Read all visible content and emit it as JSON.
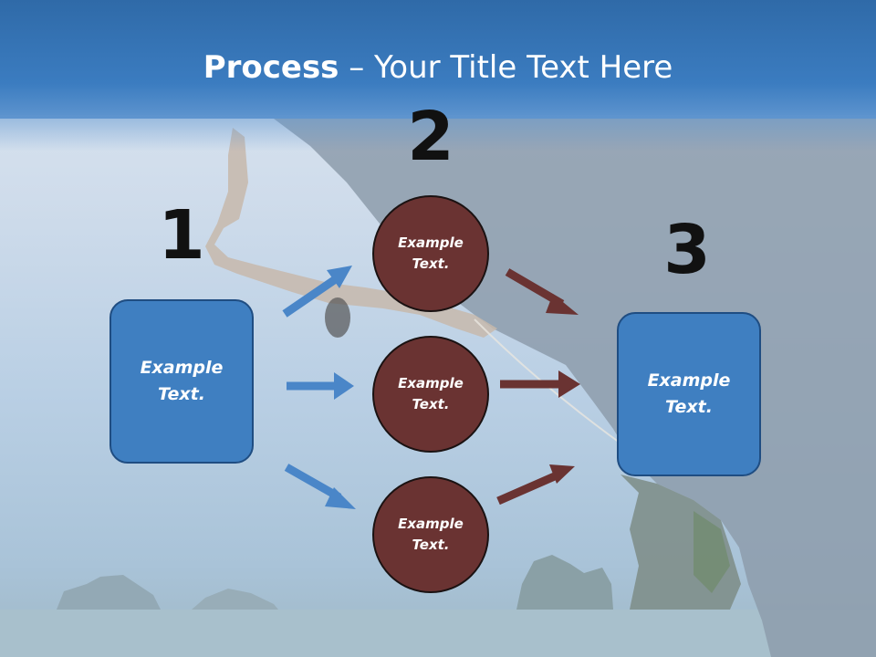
{
  "title": {
    "bold": "Process",
    "rest": " – Your Title Text Here"
  },
  "steps": [
    {
      "number": "1",
      "text": "Example\nText."
    },
    {
      "number": "2",
      "text": "Example\nText."
    },
    {
      "number": "3",
      "text": "Example\nText."
    }
  ],
  "circles": [
    {
      "text": "Example\nText."
    },
    {
      "text": "Example\nText."
    },
    {
      "text": "Example\nText."
    }
  ],
  "colors": {
    "box_fill": "#3f7fc1",
    "circle_fill": "#6a3332",
    "blue_arrow": "#4a86c8",
    "red_arrow": "#6a3332"
  }
}
